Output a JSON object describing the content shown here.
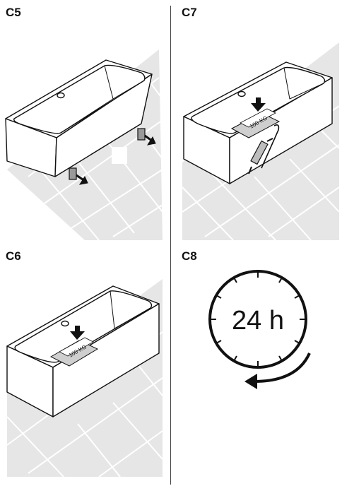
{
  "steps": {
    "c5": {
      "label": "C5"
    },
    "c7": {
      "label": "C7",
      "weight_label": "100 KG"
    },
    "c6": {
      "label": "C6",
      "weight_label": "100 KG"
    },
    "c8": {
      "label": "C8",
      "duration": "24 h"
    }
  },
  "colors": {
    "line": "#111111",
    "floor_shade": "#e6e6e6",
    "weight_fill": "#cfcfcf",
    "divider": "#444444"
  },
  "icons": [
    "bathtub-icon",
    "adjustable-foot-icon",
    "arrow-icon",
    "weight-icon",
    "sealant-gun-icon",
    "clock-icon",
    "counterclockwise-arrow-icon"
  ]
}
